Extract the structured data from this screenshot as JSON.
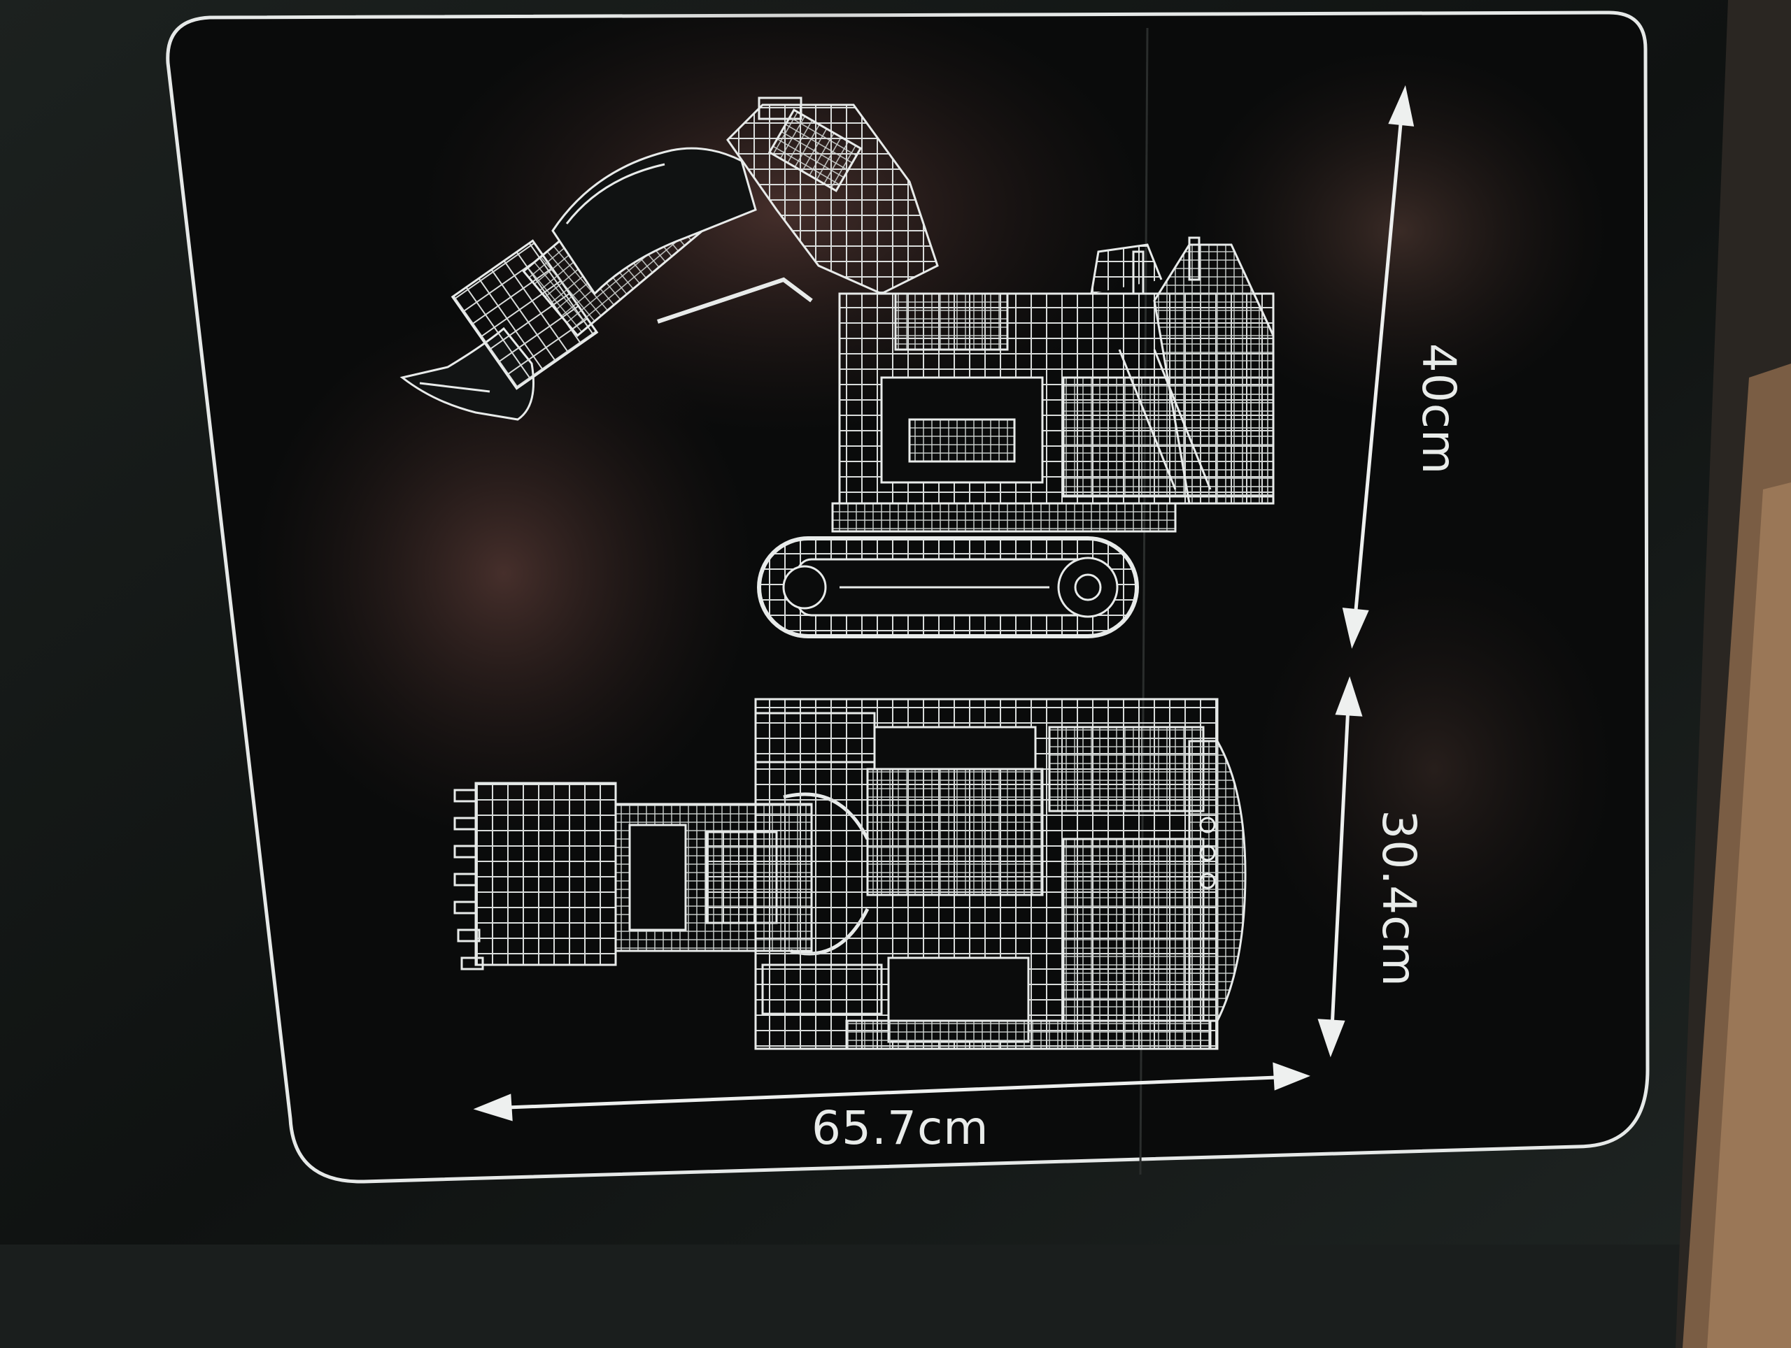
{
  "dimensions": {
    "height": "40cm",
    "depth": "30.4cm",
    "width": "65.7cm"
  },
  "subject": {
    "side_view_icon": "excavator-side-view-icon",
    "top_view_icon": "excavator-top-view-icon"
  },
  "colors": {
    "panel": "#0b0c0c",
    "line": "#e8ebea",
    "box_edge": "#8a6a4a"
  }
}
